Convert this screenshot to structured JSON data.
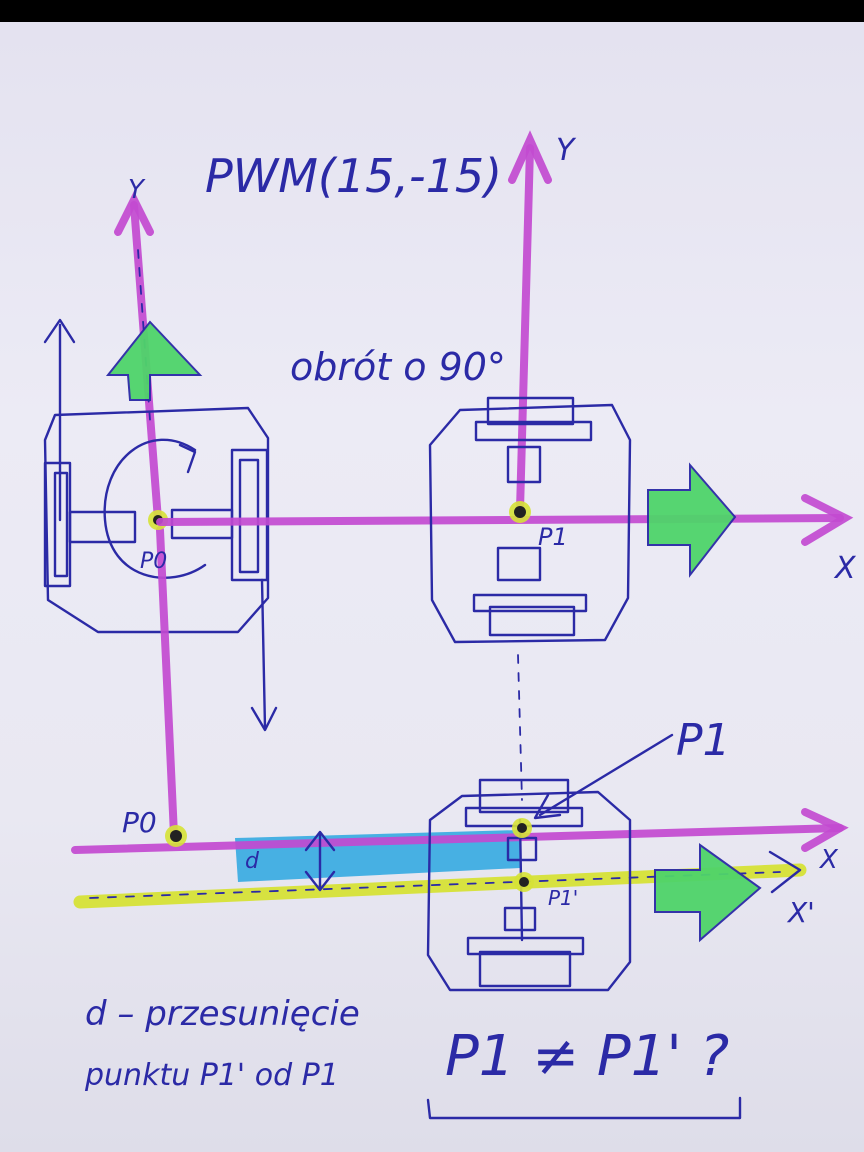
{
  "labels": {
    "title": "PWM(15,-15)",
    "rotation": "obrót o 90°",
    "y_left": "Y",
    "y_right": "Y",
    "x_top": "X",
    "x_bottom": "X",
    "x_prime": "X'",
    "p0_top": "P0",
    "p1_top": "P1",
    "p1_pointer": "P1",
    "p0_bottom": "P0",
    "p1_prime": "P1'",
    "d_in_band": "d",
    "d_def_line1": "d – przesunięcie",
    "d_def_line2": "punktu P1' od P1",
    "question": "P1 ≠ P1' ?"
  },
  "colors": {
    "ink": "#2b2aa6",
    "magenta": "#c24ad0",
    "green": "#4fd46a",
    "yellow": "#d6e236",
    "blue": "#2aa6e0"
  }
}
